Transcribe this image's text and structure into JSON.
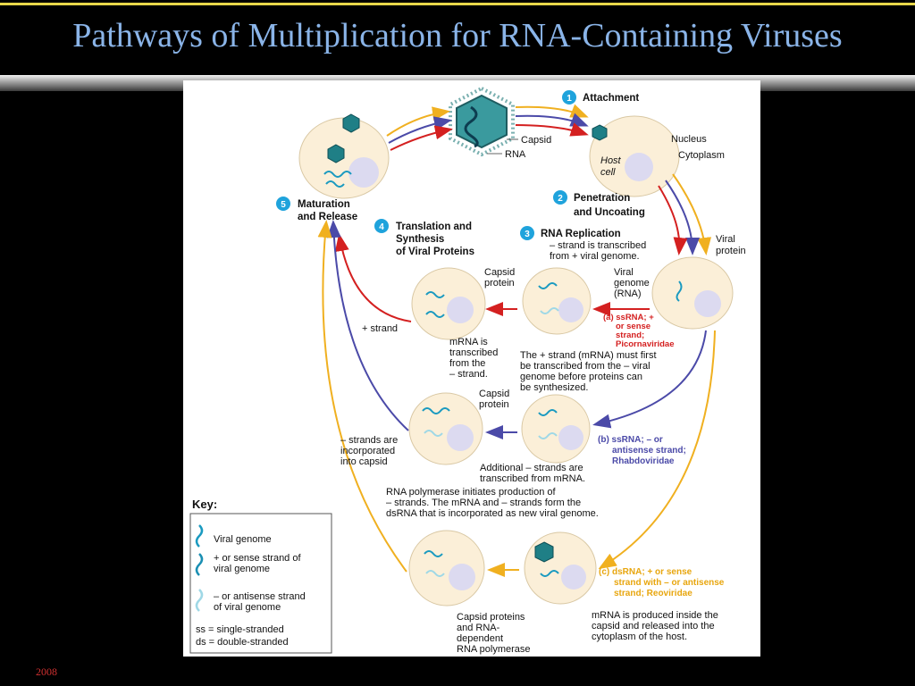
{
  "title": "Pathways of Multiplication for RNA-Containing Viruses",
  "footer_year": "2008",
  "colors": {
    "title": "#8ab4e8",
    "arrow_red": "#d42020",
    "arrow_blue": "#4b4aa8",
    "arrow_gold": "#f0b020",
    "cell": "#fbefd8",
    "nucleus": "#dcdaf0",
    "genome": "#1a9ac0"
  },
  "steps": {
    "s1": {
      "num": "1",
      "text": "Attachment"
    },
    "s2": {
      "num": "2",
      "l1": "Penetration",
      "l2": "and Uncoating"
    },
    "s3": {
      "num": "3",
      "l1": "RNA Replication",
      "l2": "– strand is transcribed",
      "l3": "from + viral genome."
    },
    "s4": {
      "num": "4",
      "l1": "Translation and",
      "l2": "Synthesis",
      "l3": "of Viral Proteins"
    },
    "s5": {
      "num": "5",
      "l1": "Maturation",
      "l2": "and Release"
    }
  },
  "labels": {
    "capsid": "Capsid",
    "rna": "RNA",
    "nucleus": "Nucleus",
    "host_cell_l1": "Host",
    "host_cell_l2": "cell",
    "cytoplasm": "Cytoplasm",
    "viral_protein_l1": "Viral",
    "viral_protein_l2": "protein",
    "viral_genome_l1": "Viral",
    "viral_genome_l2": "genome",
    "viral_genome_l3": "(RNA)",
    "capsid_protein_l1": "Capsid",
    "capsid_protein_l2": "protein",
    "plus_strand": "+ strand",
    "mrna_l1": "mRNA is",
    "mrna_l2": "transcribed",
    "mrna_l3": "from the",
    "mrna_l4": "– strand.",
    "plus_first_l1": "The + strand (mRNA) must first",
    "plus_first_l2": "be transcribed from the – viral",
    "plus_first_l3": "genome before proteins can",
    "plus_first_l4": "be synthesized.",
    "capsid_protein2_l1": "Capsid",
    "capsid_protein2_l2": "protein",
    "minus_incorp_l1": "– strands are",
    "minus_incorp_l2": "incorporated",
    "minus_incorp_l3": "into capsid",
    "additional_l1": "Additional – strands are",
    "additional_l2": "transcribed from mRNA.",
    "rna_pol_l1": "RNA polymerase initiates production of",
    "rna_pol_l2": "– strands. The mRNA and – strands form the",
    "rna_pol_l3": "dsRNA that is incorporated as new viral genome.",
    "capsid_prot_l1": "Capsid proteins",
    "capsid_prot_l2": "and RNA-",
    "capsid_prot_l3": "dependent",
    "capsid_prot_l4": "RNA polymerase",
    "mrna_inside_l1": "mRNA is produced inside the",
    "mrna_inside_l2": "capsid and released into the",
    "mrna_inside_l3": "cytoplasm of the host."
  },
  "pathways": {
    "a_l1": "(a) ssRNA; +",
    "a_l2": "or sense",
    "a_l3": "strand;",
    "a_l4": "Picornaviridae",
    "b_l1": "(b) ssRNA; – or",
    "b_l2": "antisense strand;",
    "b_l3": "Rhabdoviridae",
    "c_l1": "(c) dsRNA; + or sense",
    "c_l2": "strand with – or antisense",
    "c_l3": "strand; Reoviridae"
  },
  "key": {
    "title": "Key:",
    "item1": "Viral genome",
    "item2_l1": "+ or sense strand of",
    "item2_l2": "viral genome",
    "item3_l1": "– or antisense strand",
    "item3_l2": "of viral genome",
    "ss": "ss = single-stranded",
    "ds": "ds = double-stranded"
  }
}
